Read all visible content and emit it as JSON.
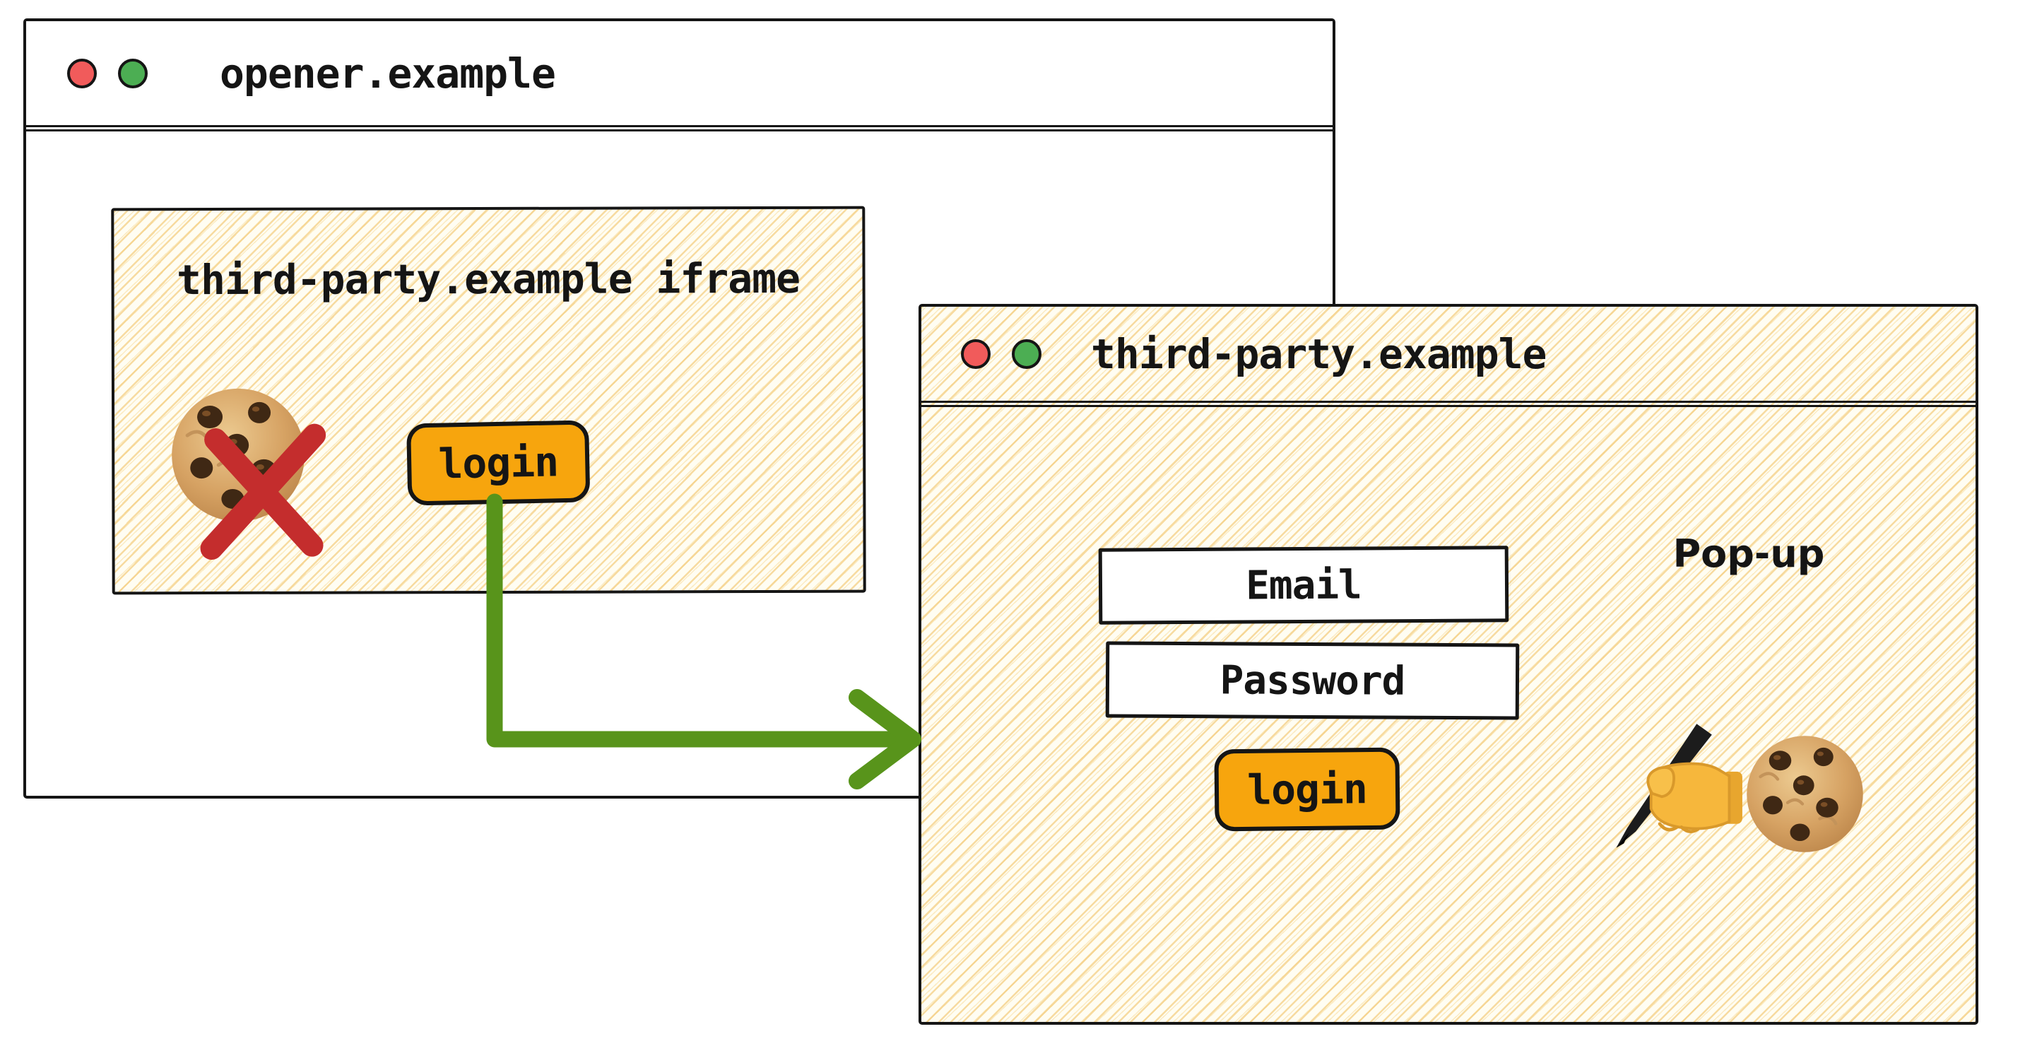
{
  "colors": {
    "ink": "#151515",
    "window_bg": "#ffffff",
    "hatch_bg": "#fffdf2",
    "hatch_line": "#f2c46a",
    "button_orange": "#f7a50d",
    "arrow_green": "#58941b",
    "cross_red": "#c42d2d",
    "dot_red": "#f15b5b",
    "dot_green": "#4cae53"
  },
  "opener_window": {
    "title": "opener.example",
    "iframe": {
      "label": "third-party.example iframe",
      "login_button_label": "login"
    }
  },
  "popup_window": {
    "title": "third-party.example",
    "annotation": "Pop-up",
    "form": {
      "email_field_label": "Email",
      "password_field_label": "Password",
      "login_button_label": "login"
    }
  }
}
